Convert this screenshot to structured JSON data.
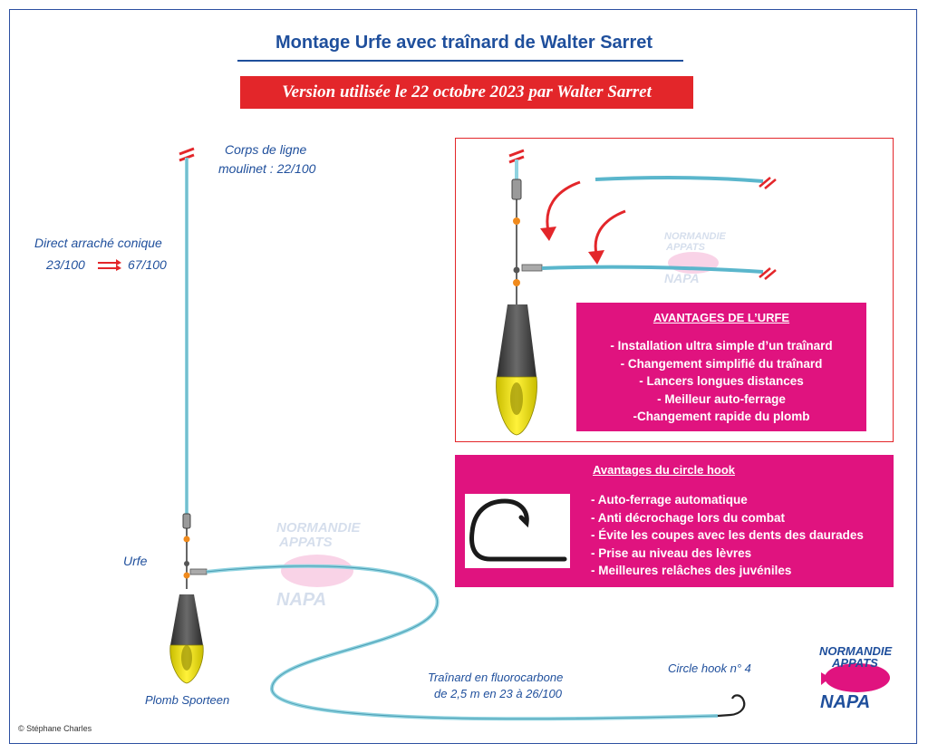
{
  "title": "Montage Urfe avec traînard de Walter Sarret",
  "banner": "Version utilisée le 22 octobre 2023 par Walter Sarret",
  "labels": {
    "corps_line1": "Corps de ligne",
    "corps_line2": "moulinet : 22/100",
    "direct_line1": "Direct arraché conique",
    "direct_from": "23/100",
    "direct_to": "67/100",
    "urfe": "Urfe",
    "plomb": "Plomb Sporteen",
    "trainard_line1": "Traînard en fluorocarbone",
    "trainard_line2": "de 2,5 m en 23 à 26/100",
    "circle_hook": "Circle hook n° 4"
  },
  "avantages_urfe": {
    "heading": "AVANTAGES DE L’URFE",
    "items": [
      "- Installation ultra simple d’un traînard",
      "- Changement simplifié du traînard",
      "- Lancers longues distances",
      "- Meilleur auto-ferrage",
      "-Changement rapide du plomb"
    ]
  },
  "avantages_hook": {
    "heading": "Avantages du circle hook",
    "items": [
      "- Auto-ferrage automatique",
      "- Anti décrochage lors du combat",
      "- Évite les coupes avec les dents des daurades",
      "- Prise au niveau des lèvres",
      "- Meilleures relâches des juvéniles"
    ]
  },
  "logo": {
    "line1": "NORMANDIE",
    "line2": "APPATS",
    "line3": "NAPA"
  },
  "copyright": "© Stéphane Charles",
  "colors": {
    "blue_text": "#1f4f9c",
    "red": "#e3262a",
    "pink": "#e0137f",
    "line": "#8fd3e0",
    "lead_black": "#3a3a3a",
    "lead_yellow": "#f2e600",
    "bead": "#f08a1c"
  }
}
